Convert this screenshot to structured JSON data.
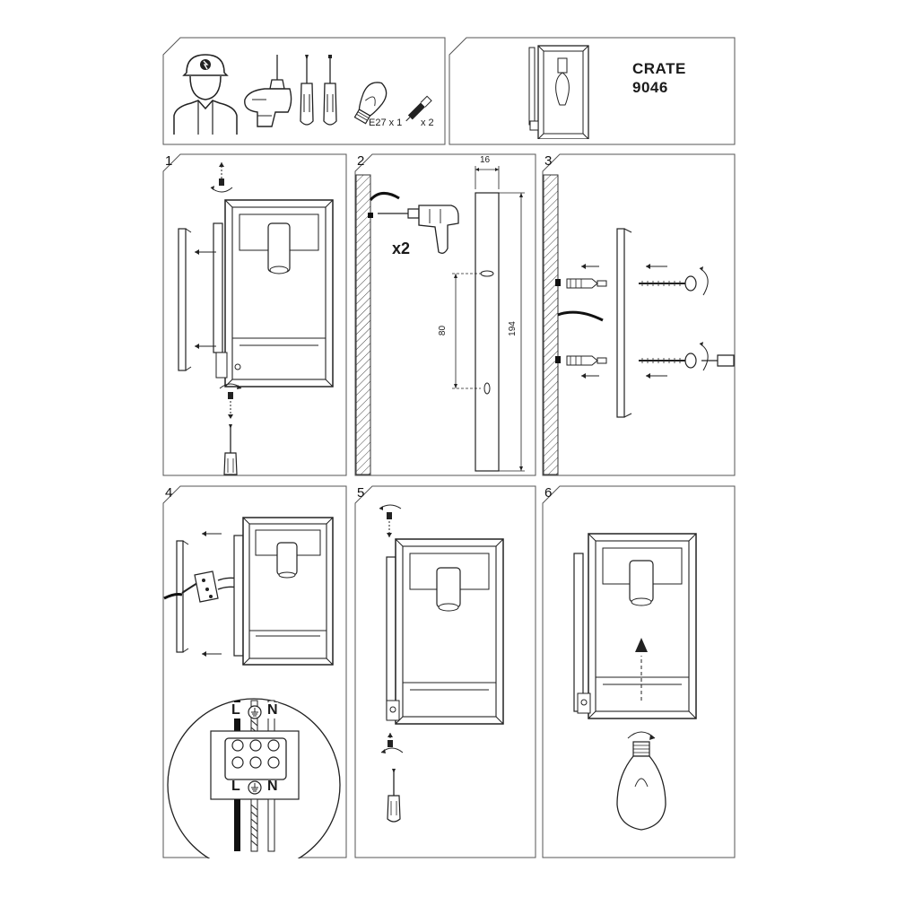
{
  "header": {
    "product_name": "CRATE",
    "product_code": "9046",
    "bulb_qty": "E27 x 1",
    "screw_qty": "x 2"
  },
  "steps": [
    {
      "number": "1"
    },
    {
      "number": "2",
      "multiplier": "x2",
      "dim_width": "16",
      "dim_spacing": "80",
      "dim_height": "194"
    },
    {
      "number": "3"
    },
    {
      "number": "4",
      "wire_labels": [
        "L",
        "N"
      ]
    },
    {
      "number": "5"
    },
    {
      "number": "6"
    }
  ],
  "icons": [
    "technician-icon",
    "drill-icon",
    "screwdriver-icon",
    "bulb-icon",
    "wall-plug-icon",
    "lamp-icon",
    "earth-symbol-icon",
    "rotate-icon",
    "arrow-icon"
  ]
}
